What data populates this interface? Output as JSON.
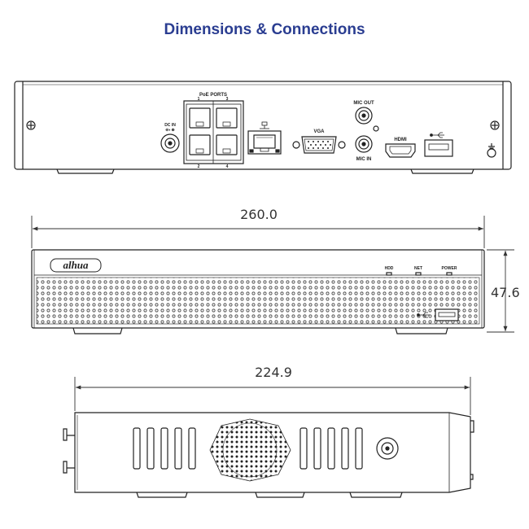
{
  "title": "Dimensions & Connections",
  "rear_panel": {
    "poe_label": "PoE PORTS",
    "poe_numbers": [
      "1",
      "3",
      "2",
      "4"
    ],
    "dc_in": "DC IN",
    "vga": "VGA",
    "mic_out": "MIC OUT",
    "mic_in": "MIC IN",
    "hdmi": "HDMI"
  },
  "front_panel": {
    "brand": "alhua",
    "indicators": [
      "HDD",
      "NET",
      "POWER"
    ],
    "width": "260.0",
    "height": "47.6"
  },
  "side_panel": {
    "depth": "224.9"
  }
}
